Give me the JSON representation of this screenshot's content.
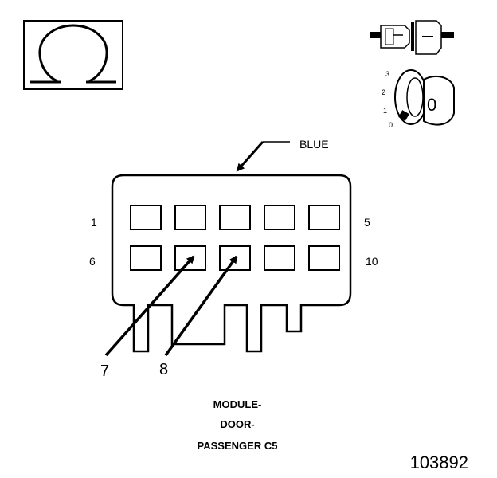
{
  "colors": {
    "ink": "#000000",
    "background": "#ffffff",
    "panel": "#ffffff"
  },
  "icons": {
    "symbol_box": "omega-icon",
    "connector": "connector-halves-icon",
    "key": "ignition-key-icon"
  },
  "key_positions": [
    "3",
    "2",
    "1",
    "0"
  ],
  "key_label": "0",
  "connector": {
    "color_label": "BLUE",
    "row_labels": {
      "top_left": "1",
      "top_right": "5",
      "bottom_left": "6",
      "bottom_right": "10"
    },
    "callouts": [
      "7",
      "8"
    ]
  },
  "caption": {
    "line1": "MODULE-",
    "line2": "DOOR-",
    "line3": "PASSENGER C5"
  },
  "figure_number": "103892"
}
